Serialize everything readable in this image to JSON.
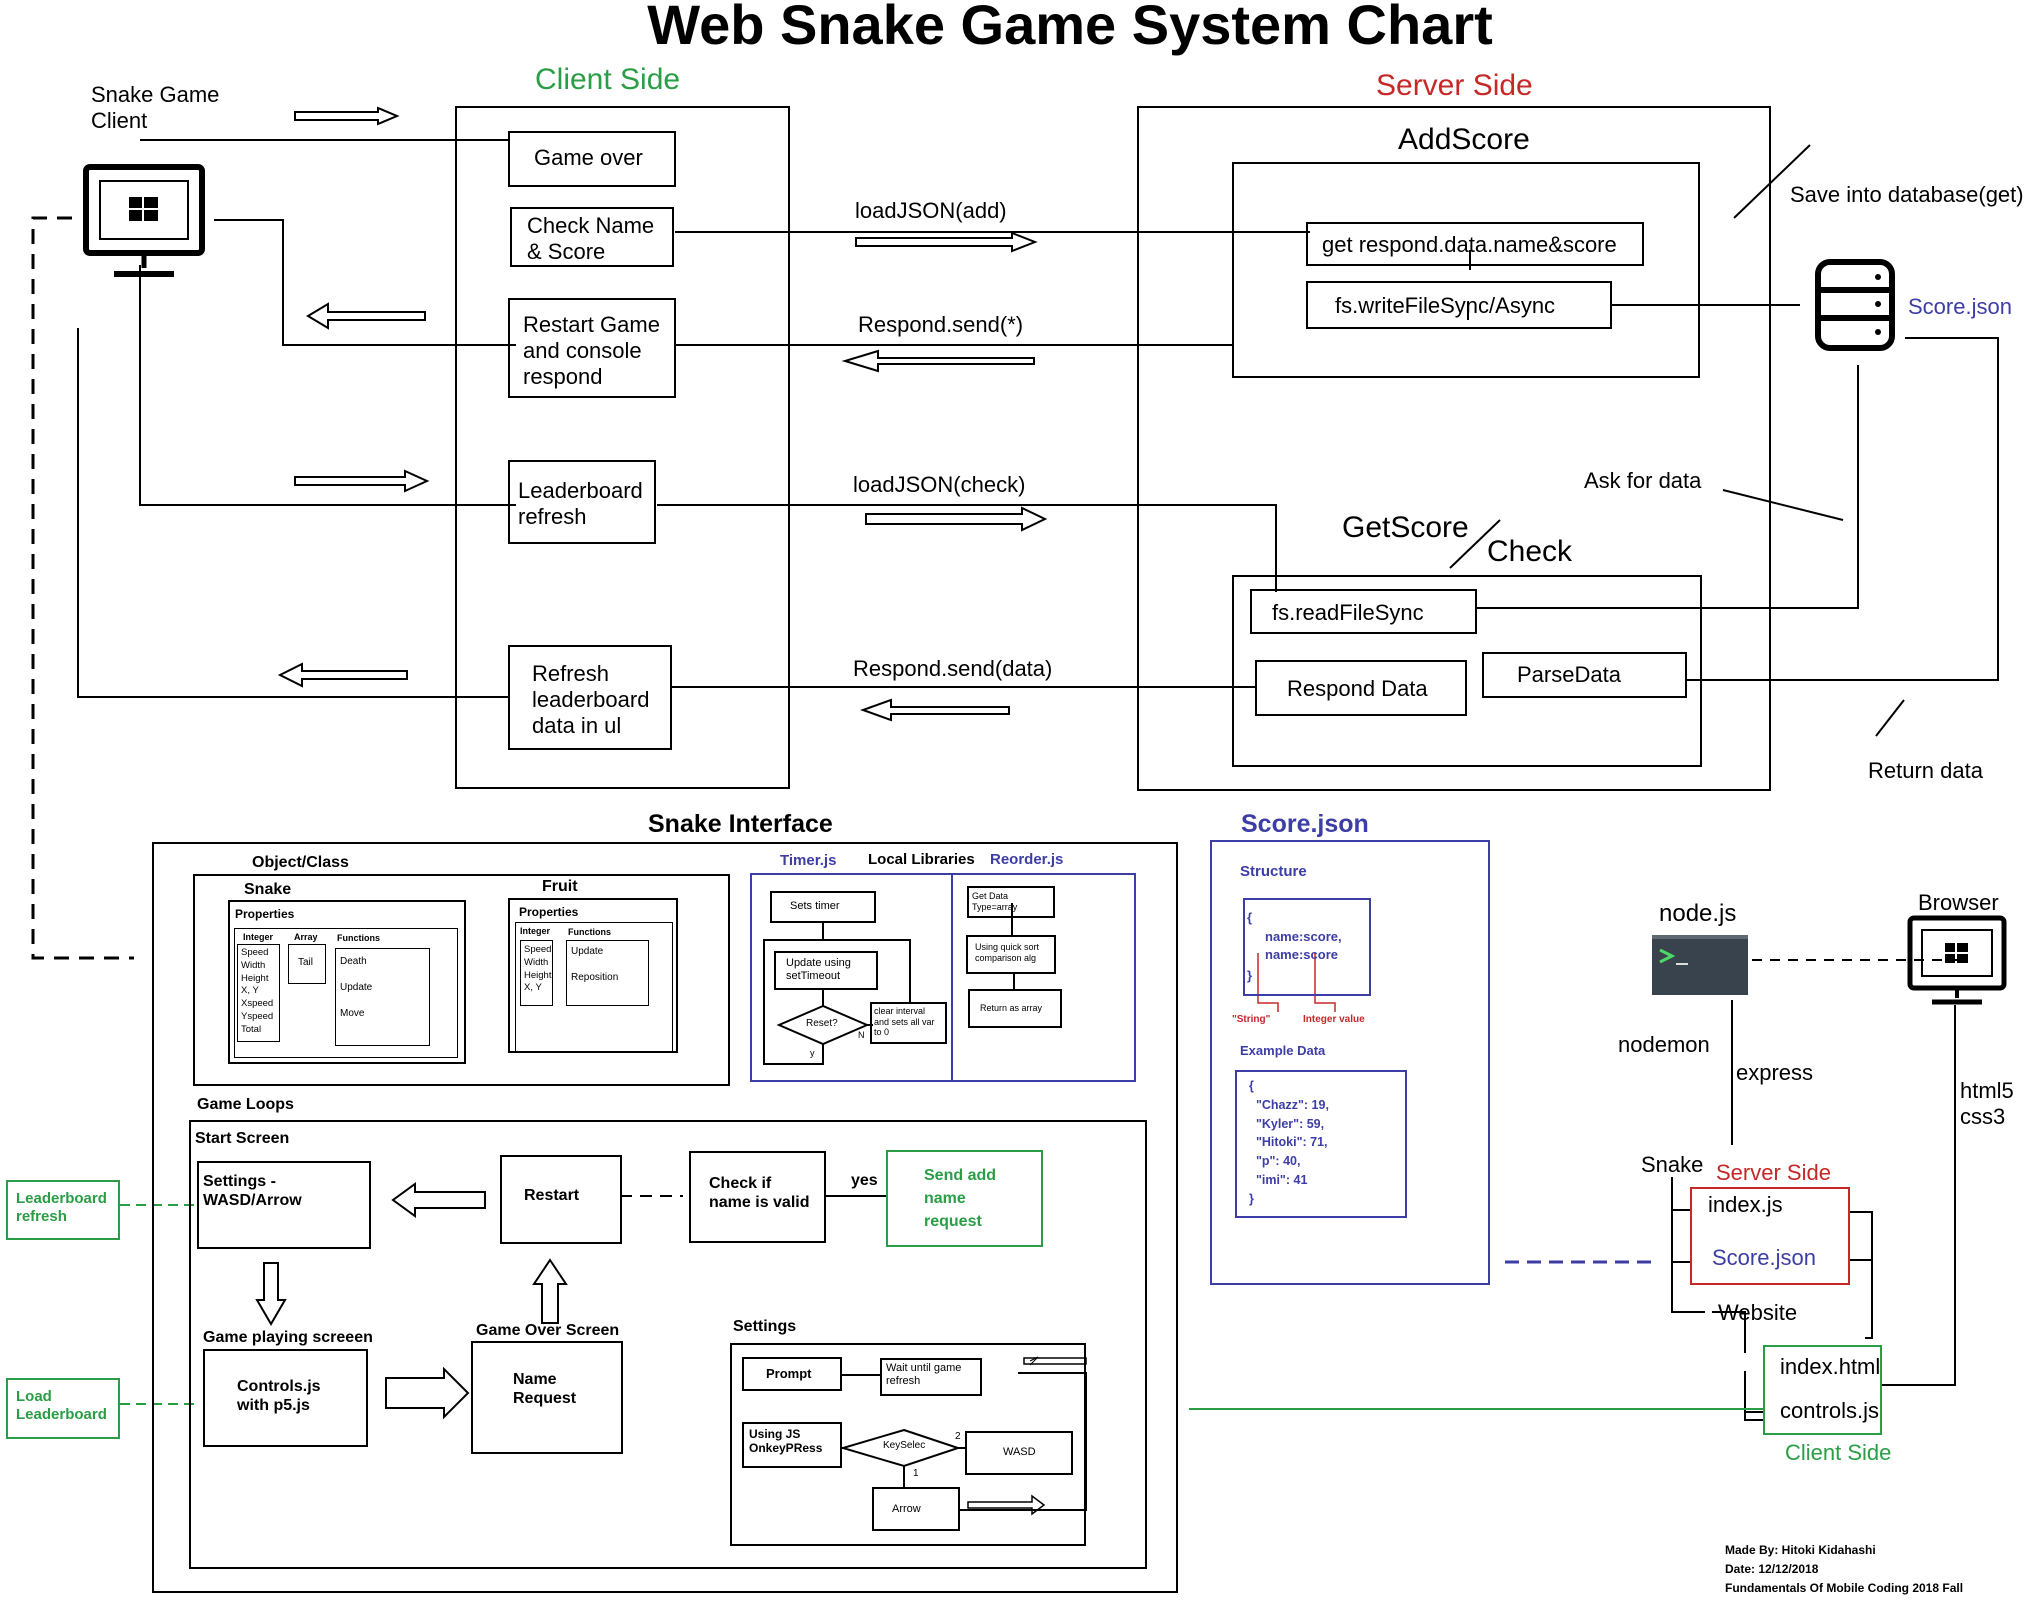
{
  "title": "Web Snake Game System Chart",
  "top": {
    "client_label": "Snake Game\nClient",
    "client_side": "Client Side",
    "server_side": "Server Side",
    "game_over": "Game over",
    "check_name": "Check Name\n& Score",
    "restart_game": "Restart Game\nand console\nrespond",
    "leaderboard_refresh": "Leaderboard\nrefresh",
    "refresh_data": "Refresh\nleaderboard\ndata in ul",
    "load_add": "loadJSON(add)",
    "respond_star": "Respond.send(*)",
    "load_check": "loadJSON(check)",
    "respond_data_send": "Respond.send(data)",
    "addscore": "AddScore",
    "get_respond": "get respond.data.name&score",
    "write_file": "fs.writeFileSync/Async",
    "save_db": "Save into database(get)",
    "score_json": "Score.json",
    "ask_data": "Ask for data",
    "getscore": "GetScore",
    "check": "Check",
    "read_file": "fs.readFileSync",
    "respond_data": "Respond Data",
    "parse_data": "ParseData",
    "return_data": "Return data"
  },
  "interface": {
    "title": "Snake Interface",
    "object_class": "Object/Class",
    "snake": "Snake",
    "fruit": "Fruit",
    "properties": "Properties",
    "integer": "Integer",
    "array": "Array",
    "functions": "Functions",
    "snake_ints": "Speed\nWidth\nHeight\nX, Y\nXspeed\nYspeed\nTotal",
    "tail": "Tail",
    "snake_funcs": "Death\n\nUpdate\n\nMove",
    "fruit_ints": "Speed\nWidth\nHeight\nX, Y",
    "fruit_funcs": "Update\n\nReposition",
    "timer_js": "Timer.js",
    "local_libs": "Local Libraries",
    "reorder_js": "Reorder.js",
    "sets_timer": "Sets timer",
    "update_timeout": "Update using\nsetTimeout",
    "reset_q": "Reset?",
    "clear_interval": "clear interval\nand sets all var\nto 0",
    "n": "N",
    "y": "y",
    "get_data_type": "Get Data\nType=array",
    "quick_sort": "Using quick sort\ncomparison alg",
    "return_array": "Return as array",
    "game_loops": "Game Loops",
    "start_screen": "Start Screen",
    "settings_wasd": "Settings -\nWASD/Arrow",
    "restart": "Restart",
    "check_valid": "Check if\nname is valid",
    "yes": "yes",
    "send_add": "Send add\nname\nrequest",
    "game_playing": "Game playing screeen",
    "controls_p5": "Controls.js\nwith p5.js",
    "game_over_screen": "Game Over Screen",
    "name_request": "Name\nRequest",
    "settings": "Settings",
    "prompt": "Prompt",
    "wait_until": "Wait until game\nrefresh",
    "using_js": "Using JS\nOnkeyPRess",
    "keyselec": "KeySelec",
    "wasd": "WASD",
    "arrow": "Arrow",
    "two": "2",
    "one": "1",
    "lb_refresh": "Leaderboard\nrefresh",
    "load_lb": "Load\nLeaderboard"
  },
  "scorejson": {
    "title": "Score.json",
    "structure": "Structure",
    "struct_open": "{",
    "struct_body": "name:score,\nname:score",
    "struct_close": "}",
    "string_lbl": "\"String\"",
    "int_lbl": "Integer value",
    "example": "Example Data",
    "example_body": "{\n  \"Chazz\": 19,\n  \"Kyler\": 59,\n  \"Hitoki\": 71,\n  \"p\": 40,\n  \"imi\": 41\n}"
  },
  "deploy": {
    "nodejs": "node.js",
    "browser": "Browser",
    "nodemon": "nodemon",
    "express": "express",
    "html5": "html5\ncss3",
    "snake": "Snake",
    "server_side": "Server Side",
    "index_js": "index.js",
    "score_json": "Score.json",
    "website": "Website",
    "index_html": "index.html",
    "controls_js": "controls.js",
    "client_side": "Client Side"
  },
  "credits": {
    "made_by": "Made By: Hitoki Kidahashi",
    "date": "Date: 12/12/2018",
    "course": "Fundamentals Of Mobile Coding 2018 Fall"
  },
  "colors": {
    "green": "#2a9d46",
    "red": "#c62828",
    "blue": "#3d3da6"
  },
  "icons": [
    "monitor-icon",
    "windows-icon",
    "database-icon",
    "terminal-icon"
  ]
}
